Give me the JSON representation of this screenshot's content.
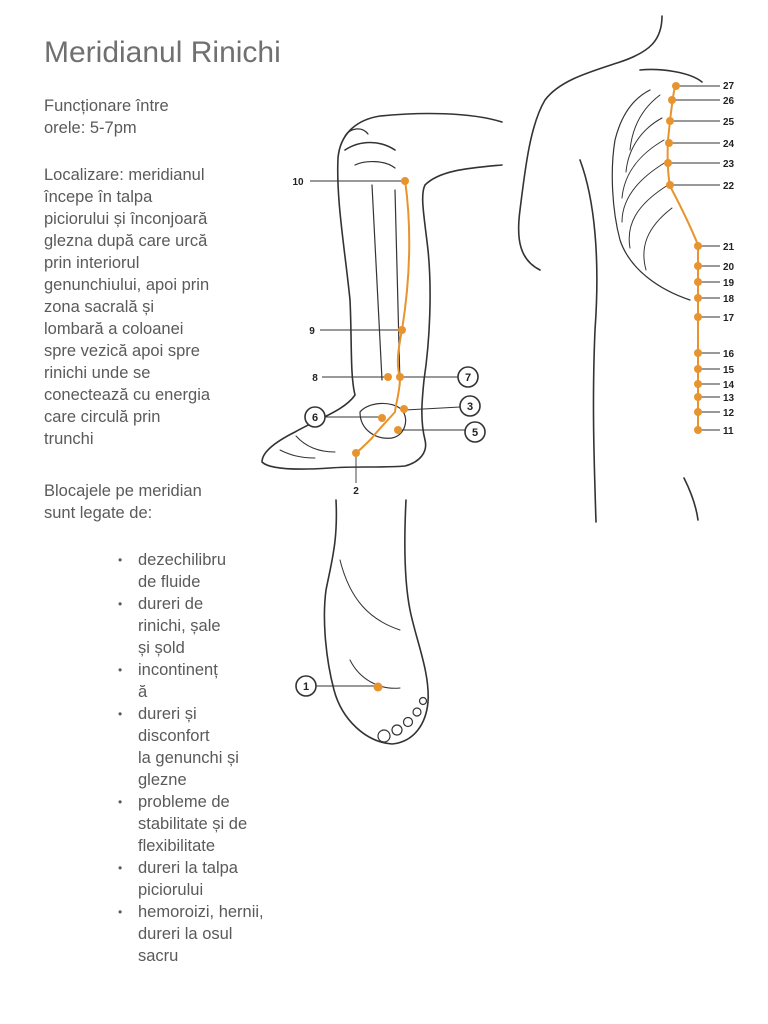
{
  "title": "Meridianul Rinichi",
  "hours_text": "Funcționare între\norele: 5-7pm",
  "location_text": "Localizare: meridianul\nîncepe în talpa\npiciorului și înconjoară\nglezna după care urcă\nprin interiorul\ngenunchiului, apoi prin\nzona sacrală și\nlombară a coloanei\nspre vezică apoi spre\nrinichi unde se\nconectează cu energia\ncare circulă prin\ntrunchi",
  "blocks_intro": "Blocajele pe meridian\nsunt legate de:",
  "bullets": [
    "dezechilibru\n  de fluide",
    "dureri de\n  rinichi, șale\n  și șold",
    "incontinenț\n  ă",
    "dureri și\n  disconfort\n  la genunchi și\n  glezne",
    "probleme de\n  stabilitate și de\n  flexibilitate",
    "dureri la talpa\n  piciorului",
    "hemoroizi, hernii,\n  dureri la osul\n  sacru"
  ],
  "leg_points": [
    "10",
    "9",
    "8",
    "7",
    "6",
    "3",
    "5",
    "2"
  ],
  "foot_points": [
    "1"
  ],
  "torso_points": [
    "27",
    "26",
    "25",
    "24",
    "23",
    "22",
    "21",
    "20",
    "19",
    "18",
    "17",
    "16",
    "15",
    "14",
    "13",
    "12",
    "11"
  ],
  "colors": {
    "meridian": "#e8942e",
    "outline": "#333333"
  }
}
